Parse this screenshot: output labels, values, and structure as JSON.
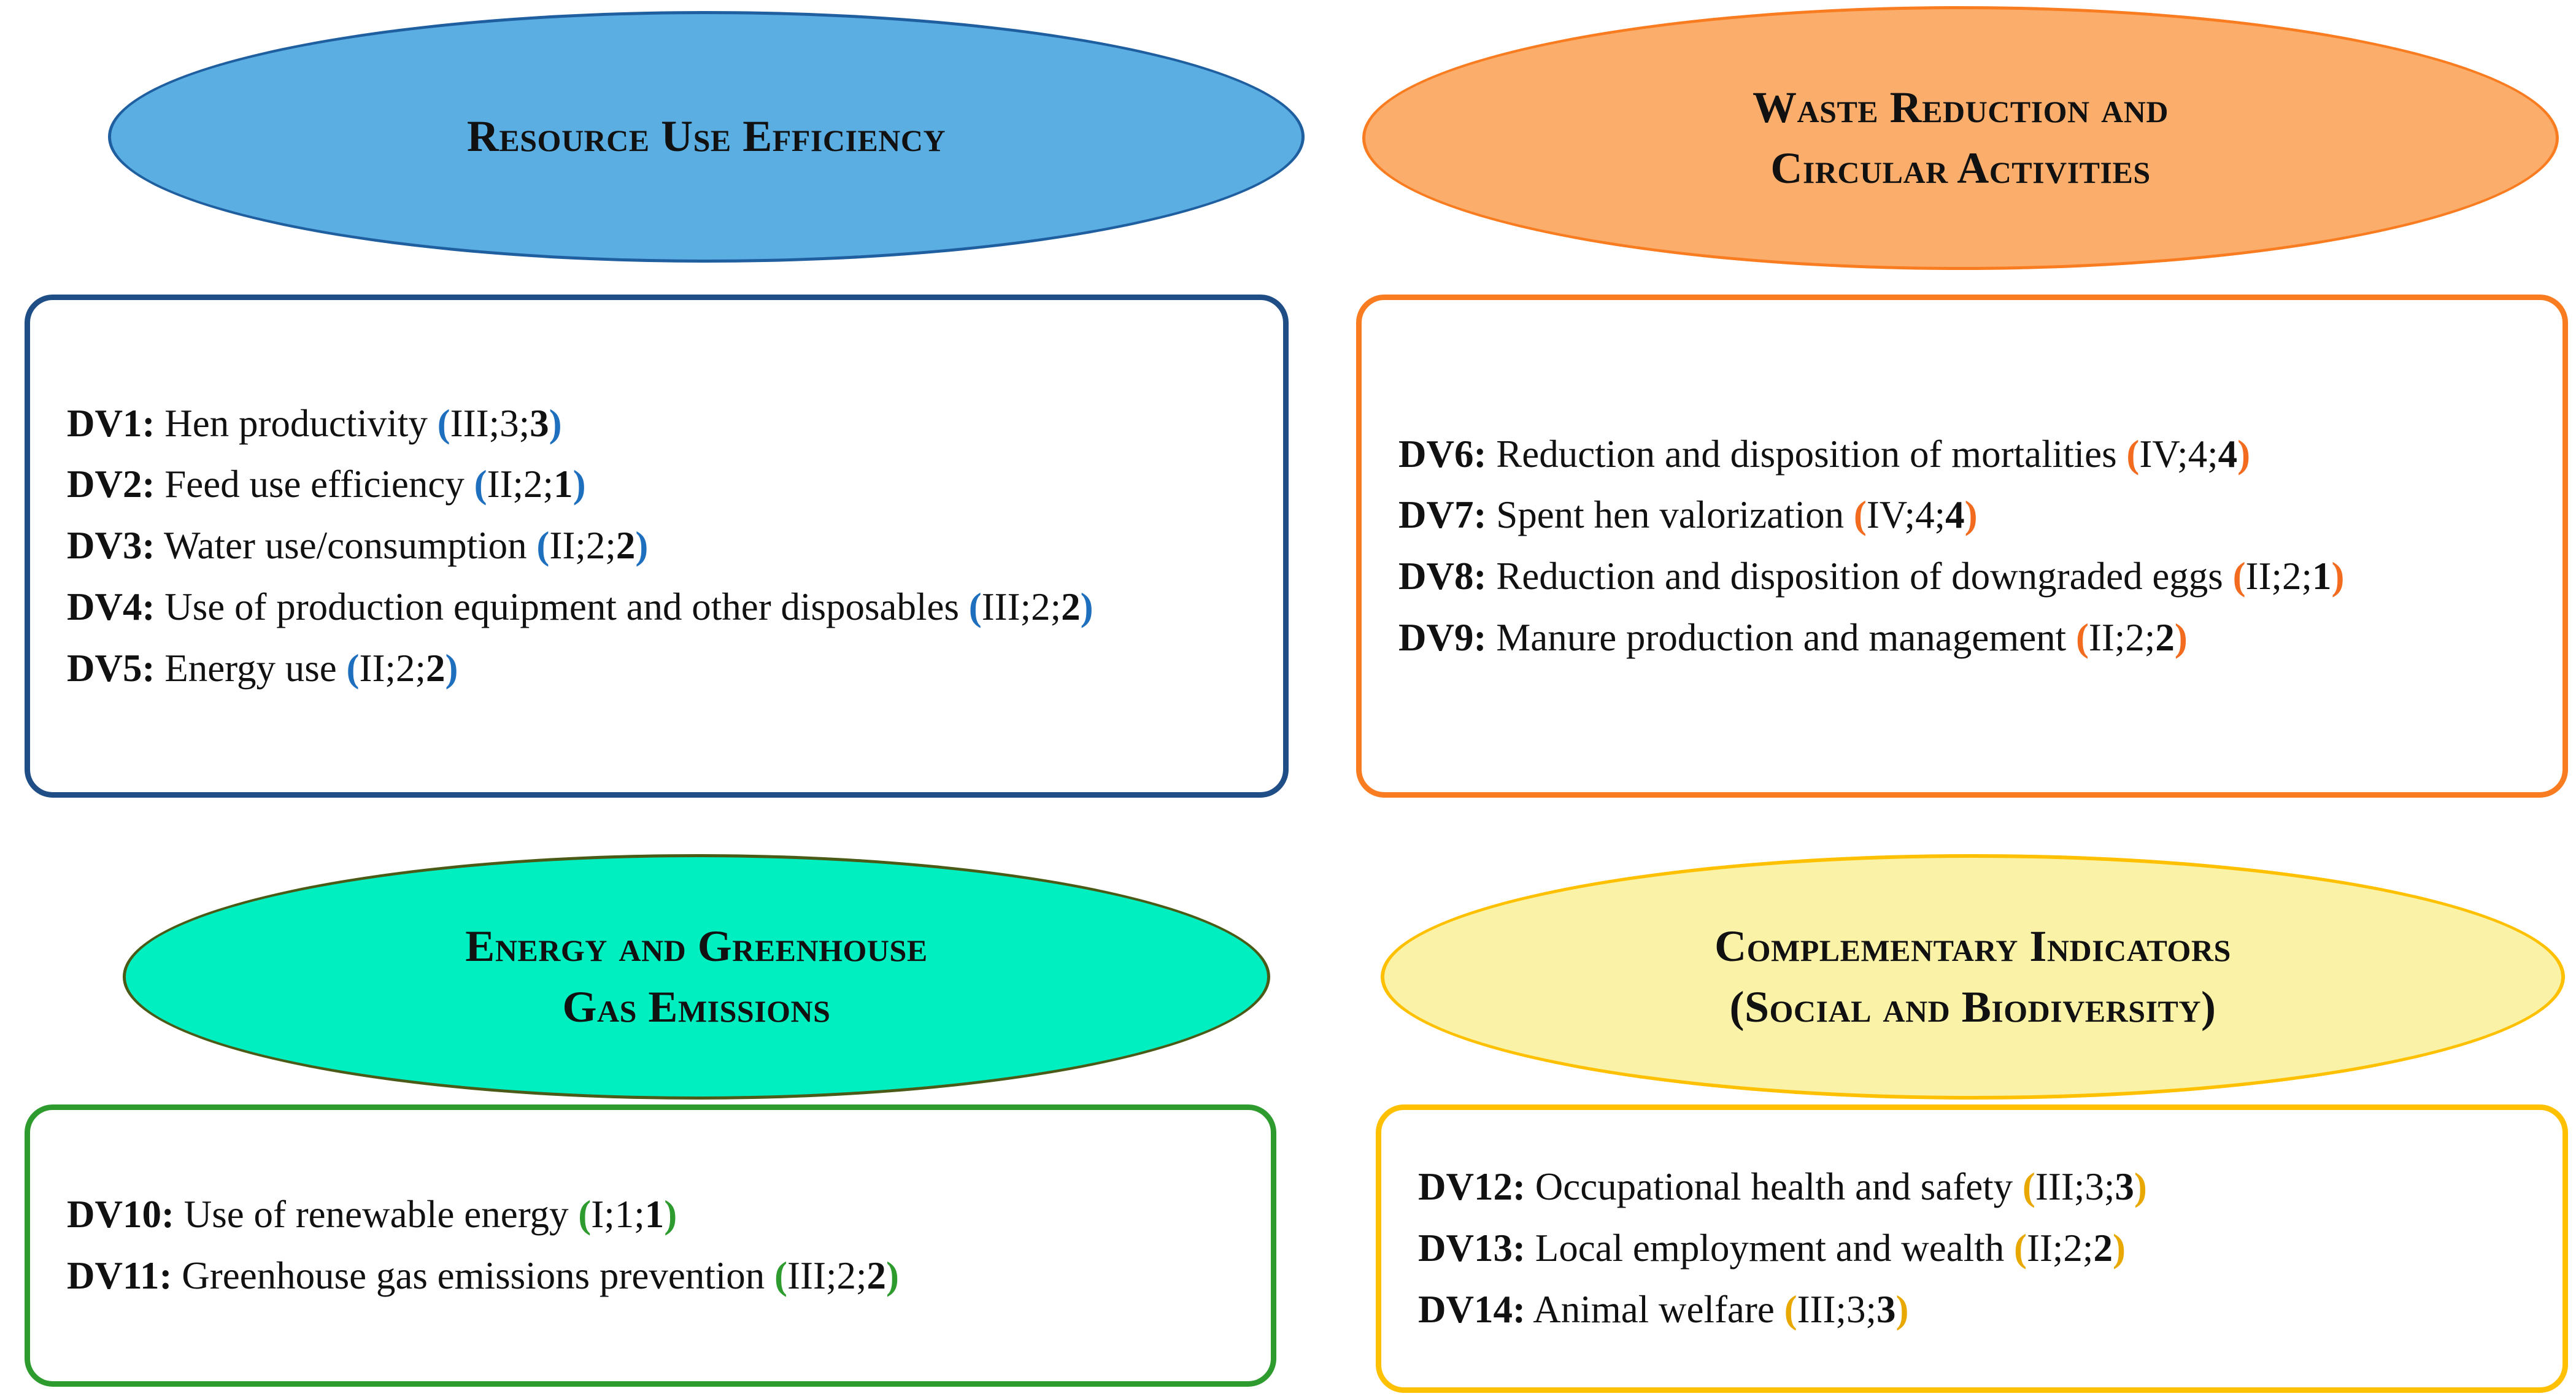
{
  "figure": {
    "type": "diagram",
    "layout": "2x2 quadrant grid; each quadrant has a coloured ellipse header above a white rounded-rectangle list box",
    "background": "#FFFFFF"
  },
  "quadrants": [
    {
      "key": "resource_use_efficiency",
      "title": "Resource Use Efficiency",
      "colors": {
        "ellipse_fill": "#5BAEE2",
        "ellipse_border": "#1F5FA0",
        "box_border": "#1F4E86",
        "code_accent": "#1F6FBF"
      },
      "items": [
        {
          "id": "DV1:",
          "text": "Hen productivity",
          "code_open": "(",
          "code_body": "III;3;",
          "code_last": "3",
          "code_close": ")"
        },
        {
          "id": "DV2:",
          "text": "Feed use efficiency",
          "code_open": "(",
          "code_body": "II;2;",
          "code_last": "1",
          "code_close": ")"
        },
        {
          "id": "DV3:",
          "text": "Water use/consumption",
          "code_open": "(",
          "code_body": "II;2;",
          "code_last": "2",
          "code_close": ")"
        },
        {
          "id": "DV4:",
          "text": "Use of production equipment and other disposables",
          "code_open": "(",
          "code_body": "III;2;",
          "code_last": "2",
          "code_close": ")"
        },
        {
          "id": "DV5:",
          "text": "Energy use",
          "code_open": "(",
          "code_body": "II;2;",
          "code_last": "2",
          "code_close": ")"
        }
      ]
    },
    {
      "key": "waste_reduction_and_circular_activities",
      "title": "Waste Reduction and Circular Activities",
      "title_line1": "Waste Reduction and",
      "title_line2": "Circular Activities",
      "colors": {
        "ellipse_fill": "#FBAE6B",
        "ellipse_border": "#F97C20",
        "box_border": "#F97C20",
        "code_accent": "#F26B1F"
      },
      "items": [
        {
          "id": "DV6:",
          "text": "Reduction and disposition of mortalities",
          "code_open": "(",
          "code_body": "IV;4;",
          "code_last": "4",
          "code_close": ")"
        },
        {
          "id": "DV7:",
          "text": "Spent hen valorization",
          "code_open": "(",
          "code_body": "IV;4;",
          "code_last": "4",
          "code_close": ")"
        },
        {
          "id": "DV8:",
          "text": "Reduction and disposition of downgraded eggs",
          "code_open": "(",
          "code_body": "II;2;",
          "code_last": "1",
          "code_close": ")"
        },
        {
          "id": "DV9:",
          "text": "Manure production and management",
          "code_open": "(",
          "code_body": "II;2;",
          "code_last": "2",
          "code_close": ")"
        }
      ]
    },
    {
      "key": "energy_and_greenhouse_gas_emissions",
      "title": "Energy and Greenhouse Gas Emissions",
      "title_line1": "Energy and Greenhouse",
      "title_line2": "Gas Emissions",
      "colors": {
        "ellipse_fill": "#00EFC0",
        "ellipse_border": "#4A5A17",
        "box_border": "#2E9B2E",
        "code_accent": "#2E9B2E"
      },
      "items": [
        {
          "id": "DV10:",
          "text": "Use of renewable energy",
          "code_open": "(",
          "code_body": "I;1;",
          "code_last": "1",
          "code_close": ")"
        },
        {
          "id": "DV11:",
          "text": "Greenhouse gas emissions prevention",
          "code_open": "(",
          "code_body": "III;2;",
          "code_last": "2",
          "code_close": ")"
        }
      ]
    },
    {
      "key": "complementary_indicators",
      "title": "Complementary Indicators (Social and Biodiversity)",
      "title_line1": "Complementary Indicators",
      "title_line2": "(Social and Biodiversity)",
      "colors": {
        "ellipse_fill": "#FAF2A6",
        "ellipse_border": "#FFC000",
        "box_border": "#FFC000",
        "code_accent": "#E8A800"
      },
      "items": [
        {
          "id": "DV12:",
          "text": "Occupational health and safety",
          "code_open": "(",
          "code_body": "III;3;",
          "code_last": "3",
          "code_close": ")"
        },
        {
          "id": "DV13:",
          "text": "Local employment and wealth",
          "code_open": "(",
          "code_body": "II;2;",
          "code_last": "2",
          "code_close": ")"
        },
        {
          "id": "DV14:",
          "text": "Animal welfare",
          "code_open": "(",
          "code_body": "III;3;",
          "code_last": "3",
          "code_close": ")"
        }
      ]
    }
  ]
}
